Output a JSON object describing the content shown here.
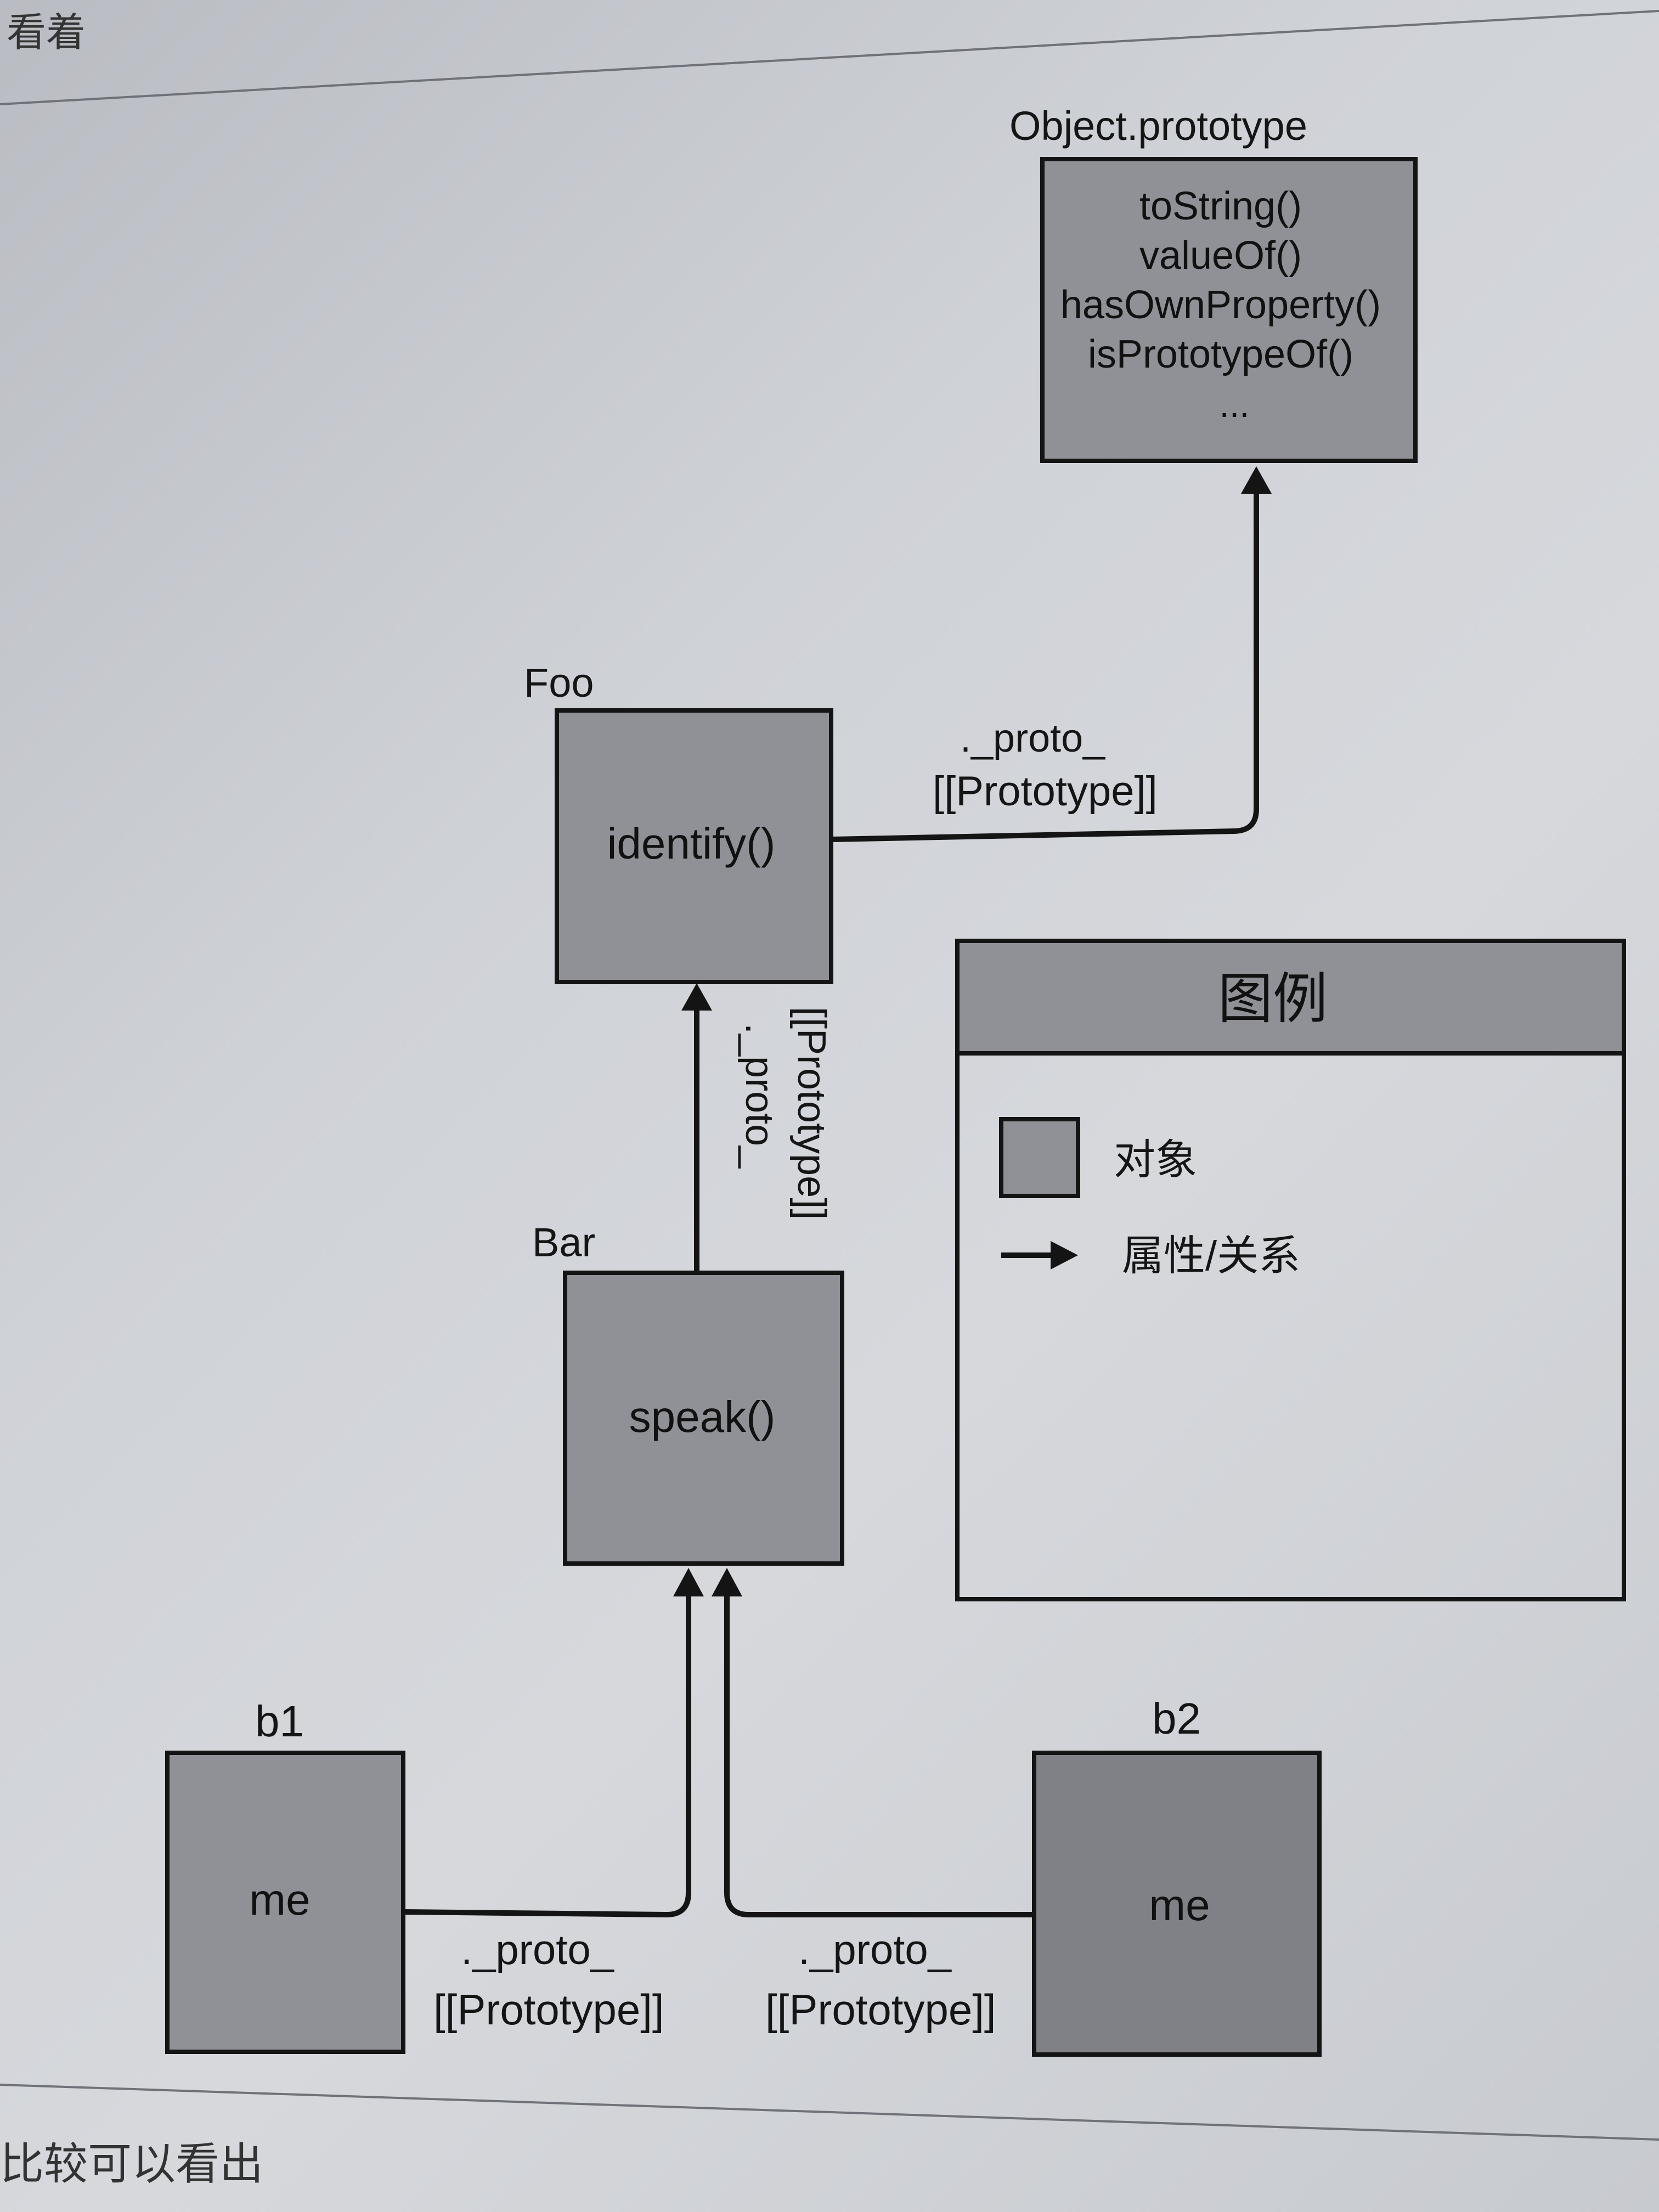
{
  "header_fragment": "看着",
  "footer_fragment": "比较可以看出",
  "objects": {
    "object_prototype": {
      "name": "Object.prototype",
      "members": [
        "toString()",
        "valueOf()",
        "hasOwnProperty()",
        "isPrototypeOf()",
        "..."
      ]
    },
    "foo": {
      "name": "Foo",
      "members": [
        "identify()"
      ]
    },
    "bar": {
      "name": "Bar",
      "members": [
        "speak()"
      ]
    },
    "b1": {
      "name": "b1",
      "members": [
        "me"
      ]
    },
    "b2": {
      "name": "b2",
      "members": [
        "me"
      ]
    }
  },
  "relations": {
    "foo_to_object": {
      "line1": "._proto_",
      "line2": "[[Prototype]]"
    },
    "bar_to_foo": {
      "line1": "._proto_",
      "line2": "[[Prototype]]"
    },
    "b1_to_bar": {
      "line1": "._proto_",
      "line2": "[[Prototype]]"
    },
    "b2_to_bar": {
      "line1": "._proto_",
      "line2": "[[Prototype]]"
    }
  },
  "legend": {
    "title": "图例",
    "object_label": "对象",
    "relation_label": "属性/关系"
  },
  "colors": {
    "object_fill": "#8f9196",
    "stroke": "#141414",
    "legend_header": "#8f9196"
  }
}
